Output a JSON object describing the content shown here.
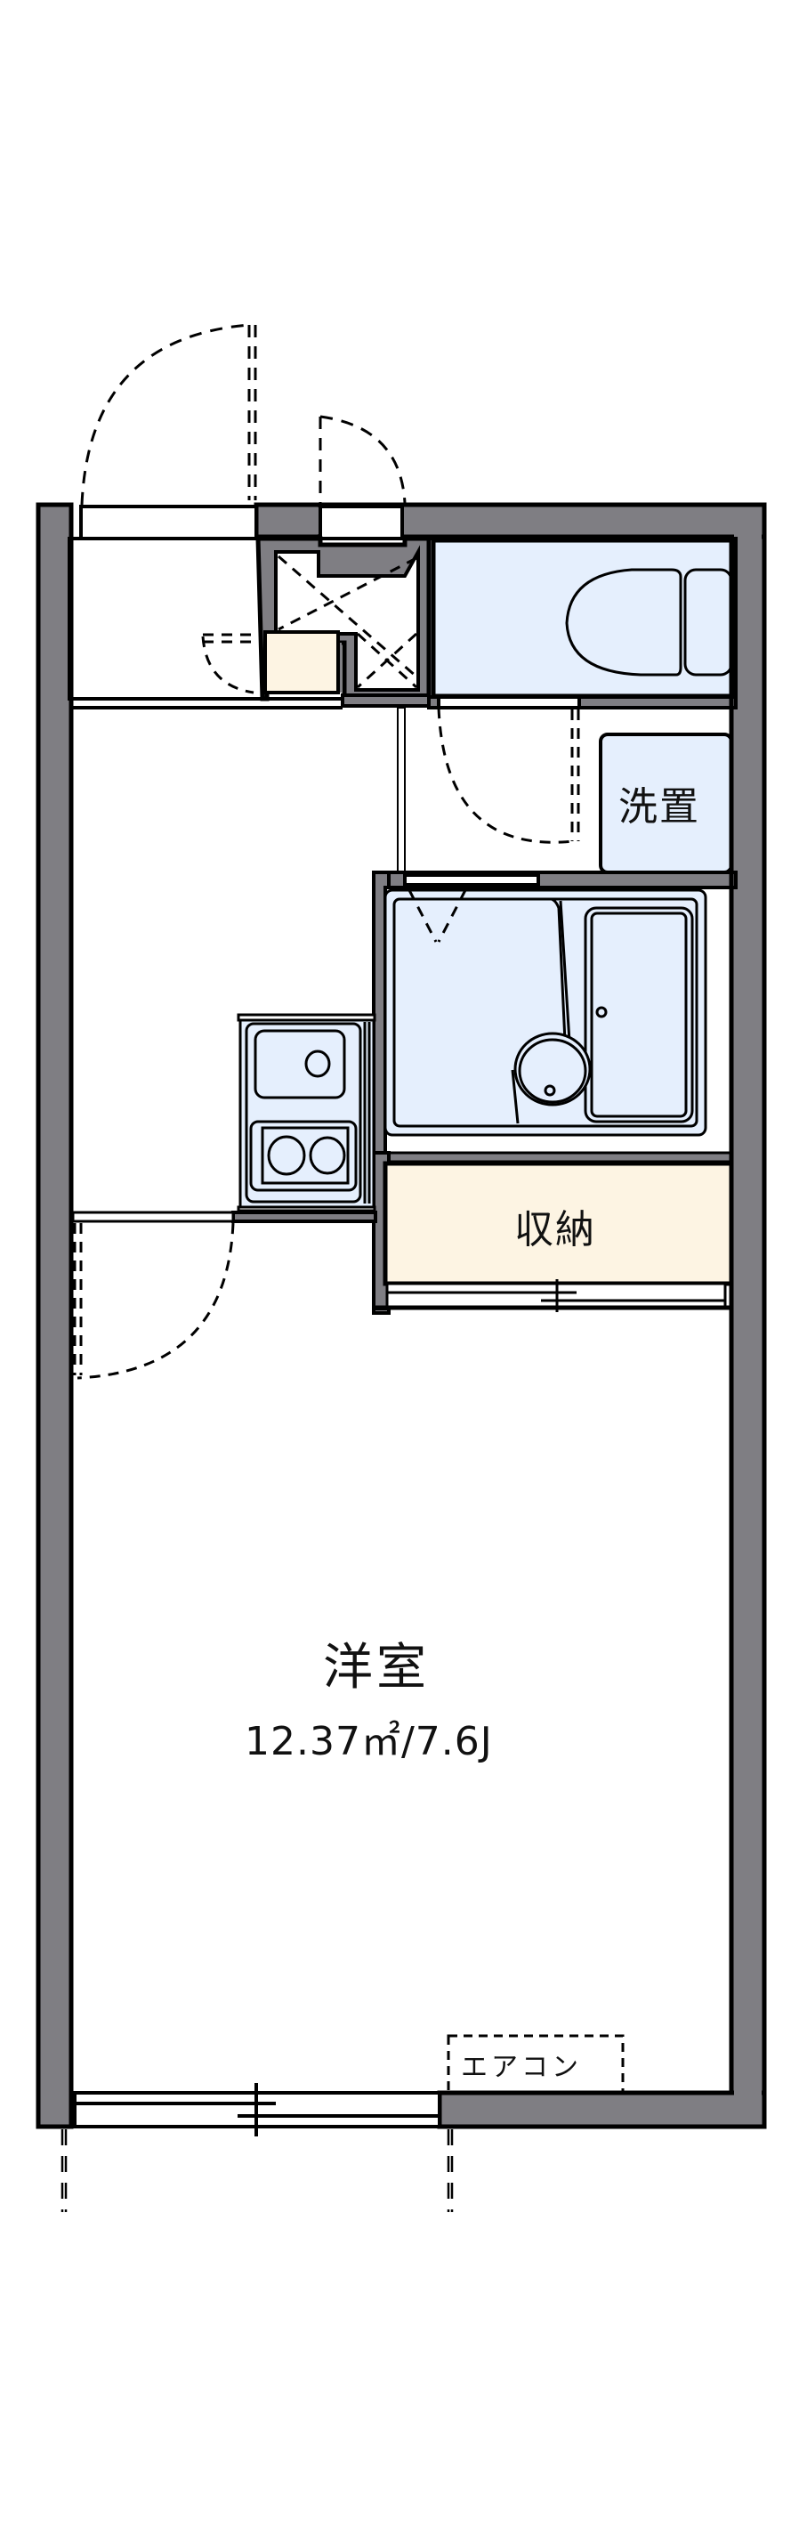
{
  "colors": {
    "wall": "#7f7e83",
    "outline": "#000000",
    "wet_area": "#e5effd",
    "storage": "#fdf4e3",
    "floor": "#ffffff"
  },
  "rooms": {
    "western_room": {
      "name": "洋室",
      "area": "12.37㎡/7.6J"
    },
    "washer_space": {
      "name": "洗置"
    },
    "storage": {
      "name": "収納"
    },
    "air_conditioner": {
      "name": "エアコン"
    }
  },
  "fixtures": [
    "toilet-icon",
    "unit-bath-icon",
    "kitchen-sink-icon",
    "two-burner-stove-icon",
    "shoe-cabinet-icon",
    "meter-box-icon"
  ]
}
